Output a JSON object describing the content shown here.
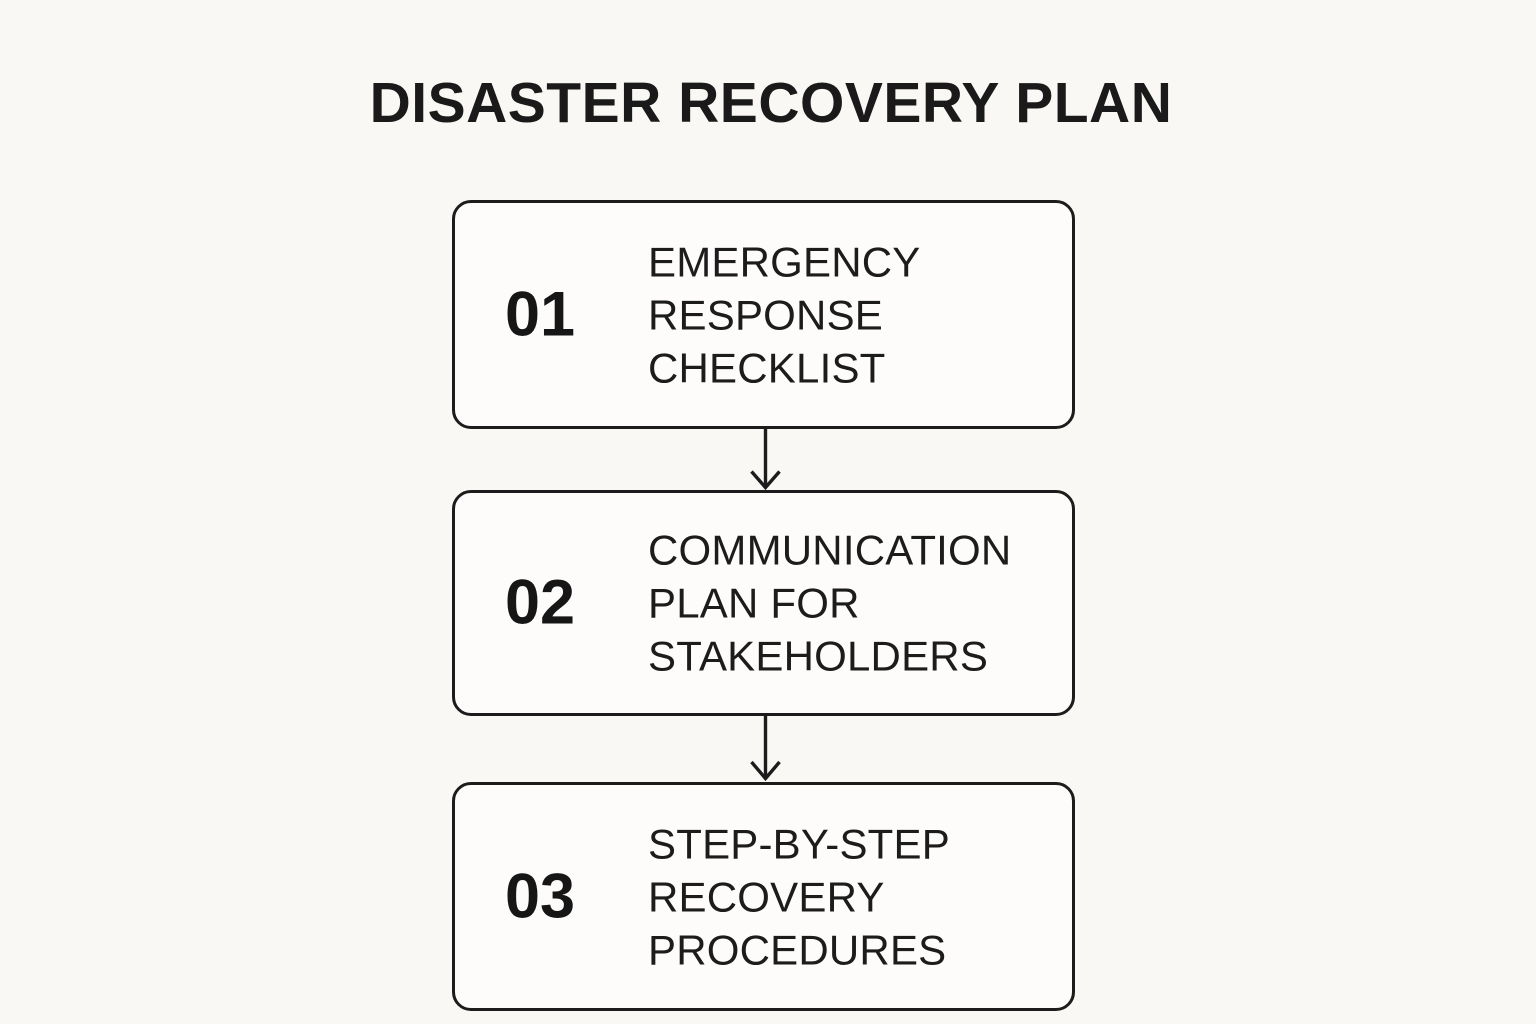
{
  "document": {
    "title": "DISASTER RECOVERY PLAN",
    "background_color": "#faf8f4",
    "ink_color": "#1c1c1c",
    "box_fill_color": "#fdfcfa"
  },
  "steps": [
    {
      "number": "01",
      "label_lines": [
        "EMERGENCY",
        "RESPONSE",
        "CHECKLIST"
      ],
      "label_text": "EMERGENCY RESPONSE CHECKLIST"
    },
    {
      "number": "02",
      "label_lines": [
        "COMMUNICATION",
        "PLAN FOR",
        "STAKEHOLDERS"
      ],
      "label_text": "COMMUNICATION PLAN FOR STAKEHOLDERS"
    },
    {
      "number": "03",
      "label_lines": [
        "STEP-BY-STEP",
        "RECOVERY",
        "PROCEDURES"
      ],
      "label_text": "STEP-BY-STEP RECOVERY PROCEDURES"
    }
  ],
  "connectors": [
    {
      "from": "01",
      "to": "02",
      "direction": "down"
    },
    {
      "from": "02",
      "to": "03",
      "direction": "down"
    }
  ]
}
